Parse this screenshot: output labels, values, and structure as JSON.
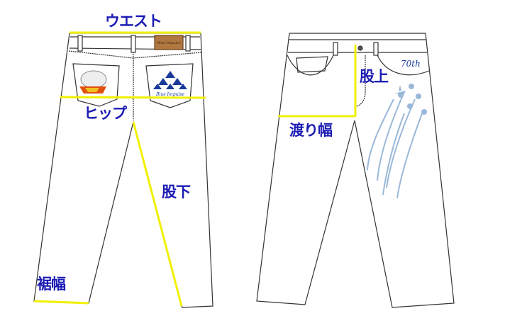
{
  "labels": {
    "waist": "ウエスト",
    "hip": "ヒップ",
    "inseam": "股下",
    "hem_width": "裾幅",
    "rise": "股上",
    "thigh_width": "渡り幅"
  },
  "logos": {
    "back_patch": "Blue Impulse",
    "back_pocket": "Blue Impulse",
    "front_emblem": "70th"
  },
  "colors": {
    "measure_line": "#f0f000",
    "label": "#1c1cb4",
    "outline": "#333333",
    "plane": "#9ab8d8"
  }
}
